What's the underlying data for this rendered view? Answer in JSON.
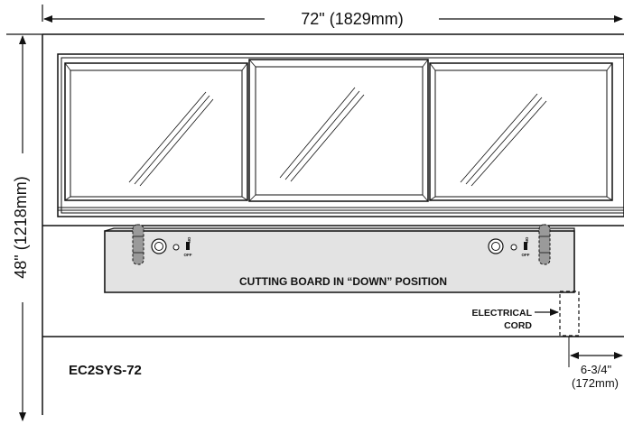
{
  "dimensions": {
    "width": "72\" (1829mm)",
    "height": "48\" (1218mm)",
    "cord_offset_line1": "6-3/4\"",
    "cord_offset_line2": "(172mm)"
  },
  "labels": {
    "cutting_board": "CUTTING BOARD IN “DOWN” POSITION",
    "cord_line1": "ELECTRICAL",
    "cord_line2": "CORD",
    "model": "EC2SYS-72"
  },
  "switches": {
    "on": "ON",
    "off": "OFF"
  }
}
